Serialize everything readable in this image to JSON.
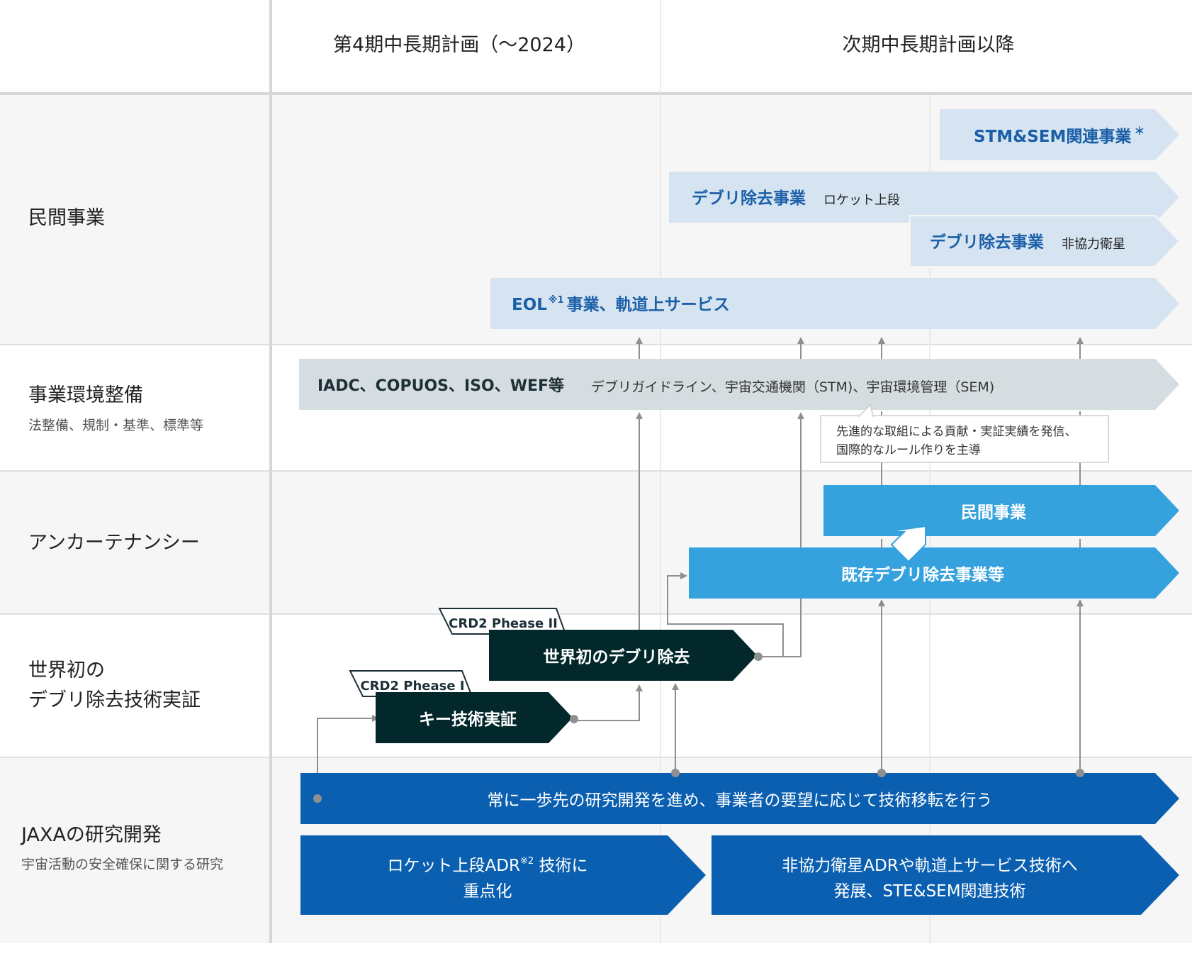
{
  "header": {
    "col1": "第4期中長期計画（〜2024）",
    "col2": "次期中長期計画以降"
  },
  "rows": {
    "private": {
      "title": "民間事業"
    },
    "env": {
      "title": "事業環境整備",
      "subtitle": "法整備、規制・基準、標準等"
    },
    "anchor": {
      "title": "アンカーテナンシー"
    },
    "world": {
      "title_line1": "世界初の",
      "title_line2": "デブリ除去技術実証"
    },
    "jaxa": {
      "title": "JAXAの研究開発",
      "subtitle": "宇宙活動の安全確保に関する研究"
    }
  },
  "bars": {
    "stm": {
      "text": "STM&SEM関連事業",
      "mark": "＊"
    },
    "rocket": {
      "main": "デブリ除去事業",
      "sub": "ロケット上段"
    },
    "noncoop": {
      "main": "デブリ除去事業",
      "sub": "非協力衛星"
    },
    "eol": {
      "pre": "EOL",
      "sup": "※1",
      "post": "事業、軌道上サービス"
    },
    "iadc": {
      "main": "IADC、COPUOS、ISO、WEF等",
      "sub": "デブリガイドライン、宇宙交通機関（STM)、宇宙環境管理（SEM)"
    },
    "callout": {
      "line1": "先進的な取組による貢献・実証実績を発信、",
      "line2": "国際的なルール作りを主導"
    },
    "anchor_private": {
      "text": "民間事業"
    },
    "anchor_existing": {
      "text": "既存デブリ除去事業等"
    },
    "crd2_p2_tag": {
      "text": "CRD2 Phease II"
    },
    "crd2_p2": {
      "text": "世界初のデブリ除去"
    },
    "crd2_p1_tag": {
      "text": "CRD2 Phease I"
    },
    "crd2_p1": {
      "text": "キー技術実証"
    },
    "research": {
      "text": "常に一歩先の研究開発を進め、事業者の要望に応じて技術移転を行う"
    },
    "rocket_adr": {
      "pre": "ロケット上段ADR",
      "sup": "※2",
      "post": " 技術に",
      "line2": "重点化"
    },
    "noncoop_adr": {
      "line1": "非協力衛星ADRや軌道上サービス技術へ",
      "line2": "発展、STE&SEM関連技術"
    }
  },
  "colors": {
    "light_blue_bar": "#d6e4f1",
    "light_blue_text": "#1b5fa8",
    "gray_bar": "#d5dde0",
    "cyan_bar": "#35a2de",
    "dark_bar": "#03282b",
    "navy_bar": "#0a5fb0",
    "arrow": "#8f8f8f"
  }
}
